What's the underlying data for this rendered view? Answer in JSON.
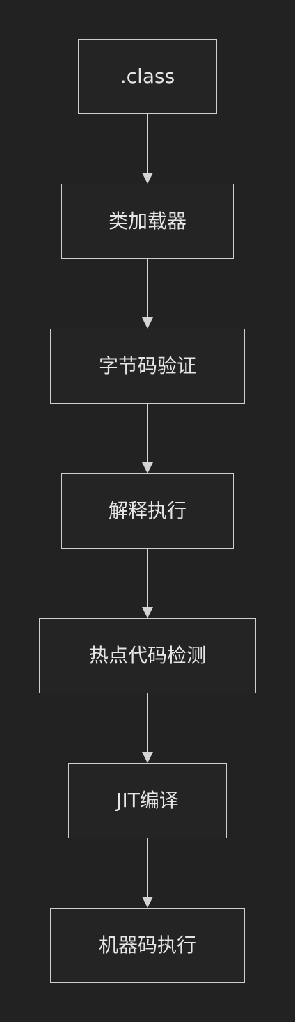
{
  "diagram": {
    "colors": {
      "background": "#222222",
      "node_border": "#cfcfcf",
      "node_fill": "#242424",
      "text": "#e6e6e6",
      "edge": "#d4d4d4"
    },
    "nodes": [
      {
        "id": "n1",
        "label": ".class"
      },
      {
        "id": "n2",
        "label": "类加载器"
      },
      {
        "id": "n3",
        "label": "字节码验证"
      },
      {
        "id": "n4",
        "label": "解释执行"
      },
      {
        "id": "n5",
        "label": "热点代码检测"
      },
      {
        "id": "n6",
        "label": "JIT编译"
      },
      {
        "id": "n7",
        "label": "机器码执行"
      }
    ],
    "edges": [
      {
        "from": "n1",
        "to": "n2"
      },
      {
        "from": "n2",
        "to": "n3"
      },
      {
        "from": "n3",
        "to": "n4"
      },
      {
        "from": "n4",
        "to": "n5"
      },
      {
        "from": "n5",
        "to": "n6"
      },
      {
        "from": "n6",
        "to": "n7"
      }
    ]
  }
}
